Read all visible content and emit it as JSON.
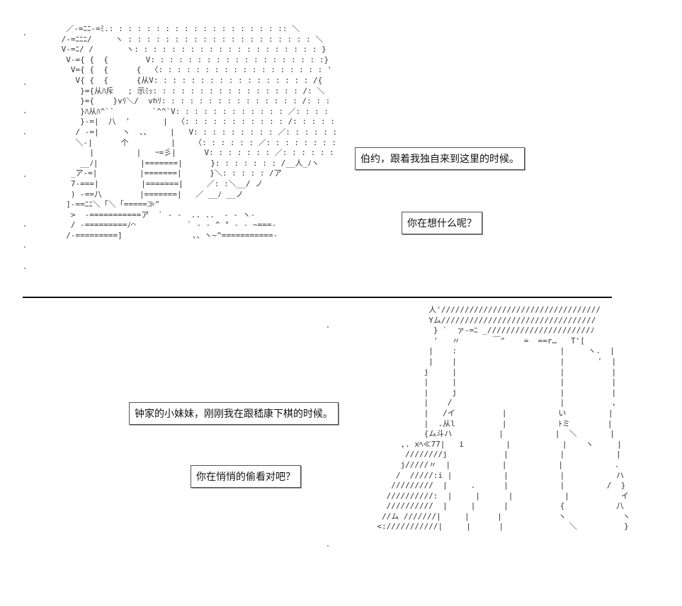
{
  "panels": {
    "top": {
      "bubbles": [
        "伯约，跟着我独自来到这里的时候。",
        "你在想什么呢？"
      ]
    },
    "bottom": {
      "bubbles": [
        "钟家的小妹妹，刚刚我在跟嵇康下棋的时候。",
        "你在悄悄的偷看对吧？"
      ]
    }
  }
}
